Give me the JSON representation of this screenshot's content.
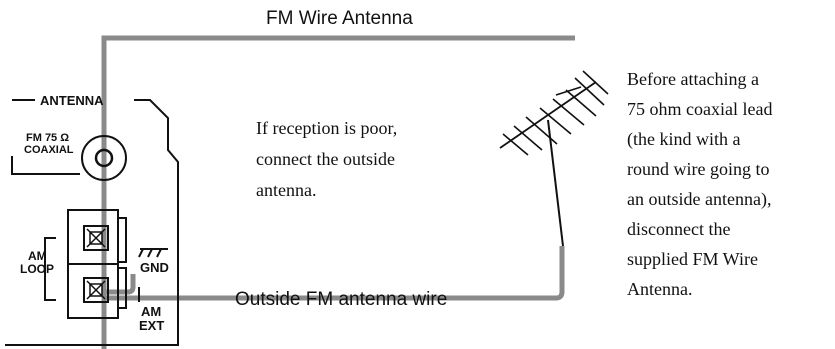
{
  "labels": {
    "fm_wire_antenna": "FM Wire Antenna",
    "outside_fm_wire": "Outside FM antenna wire",
    "antenna_panel_title": "ANTENNA",
    "fm75_line1": "FM 75 Ω",
    "fm75_line2": "COAXIAL",
    "am_loop_line1": "AM",
    "am_loop_line2": "LOOP",
    "gnd": "GND",
    "am_ext_line1": "AM",
    "am_ext_line2": "EXT"
  },
  "center_note": {
    "lines": [
      "If reception is poor,",
      "connect the outside",
      "antenna."
    ]
  },
  "side_note": {
    "lines": [
      "Before attaching a",
      "75 ohm coaxial lead",
      "(the kind with a",
      "round wire going to",
      "an outside antenna),",
      "disconnect the",
      "supplied FM Wire",
      "Antenna."
    ]
  },
  "colors": {
    "wire": "#8a8a8a",
    "ink": "#111111"
  }
}
